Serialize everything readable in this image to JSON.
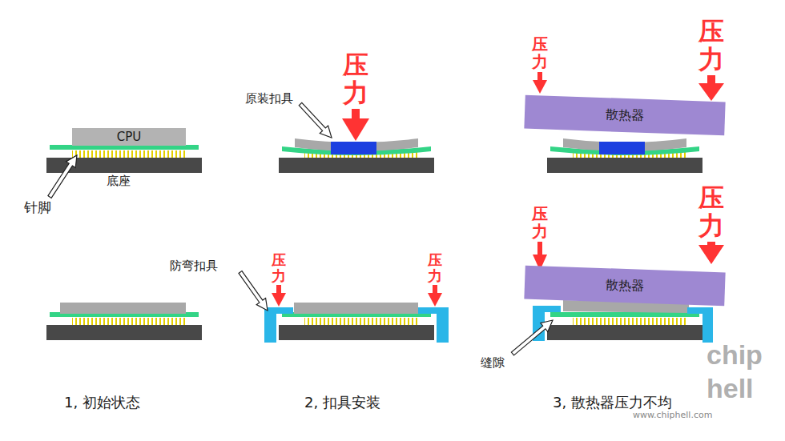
{
  "diagram": {
    "nodes": [
      {
        "text": [
          "CPU"
        ]
      },
      {
        "text": [
          "散热器"
        ]
      },
      {
        "text": [
          "散热器"
        ]
      }
    ],
    "labels": [
      "底座",
      "针脚",
      "原装扣具",
      "压力",
      "压力",
      "压力",
      "防弯扣具",
      "压力",
      "压力",
      "压力",
      "压力",
      "缝隙",
      "1, 初始状态",
      "2, 扣具安装",
      "3, 散热器压力不均",
      "www.chiphell.com",
      "chip",
      "hell"
    ]
  }
}
